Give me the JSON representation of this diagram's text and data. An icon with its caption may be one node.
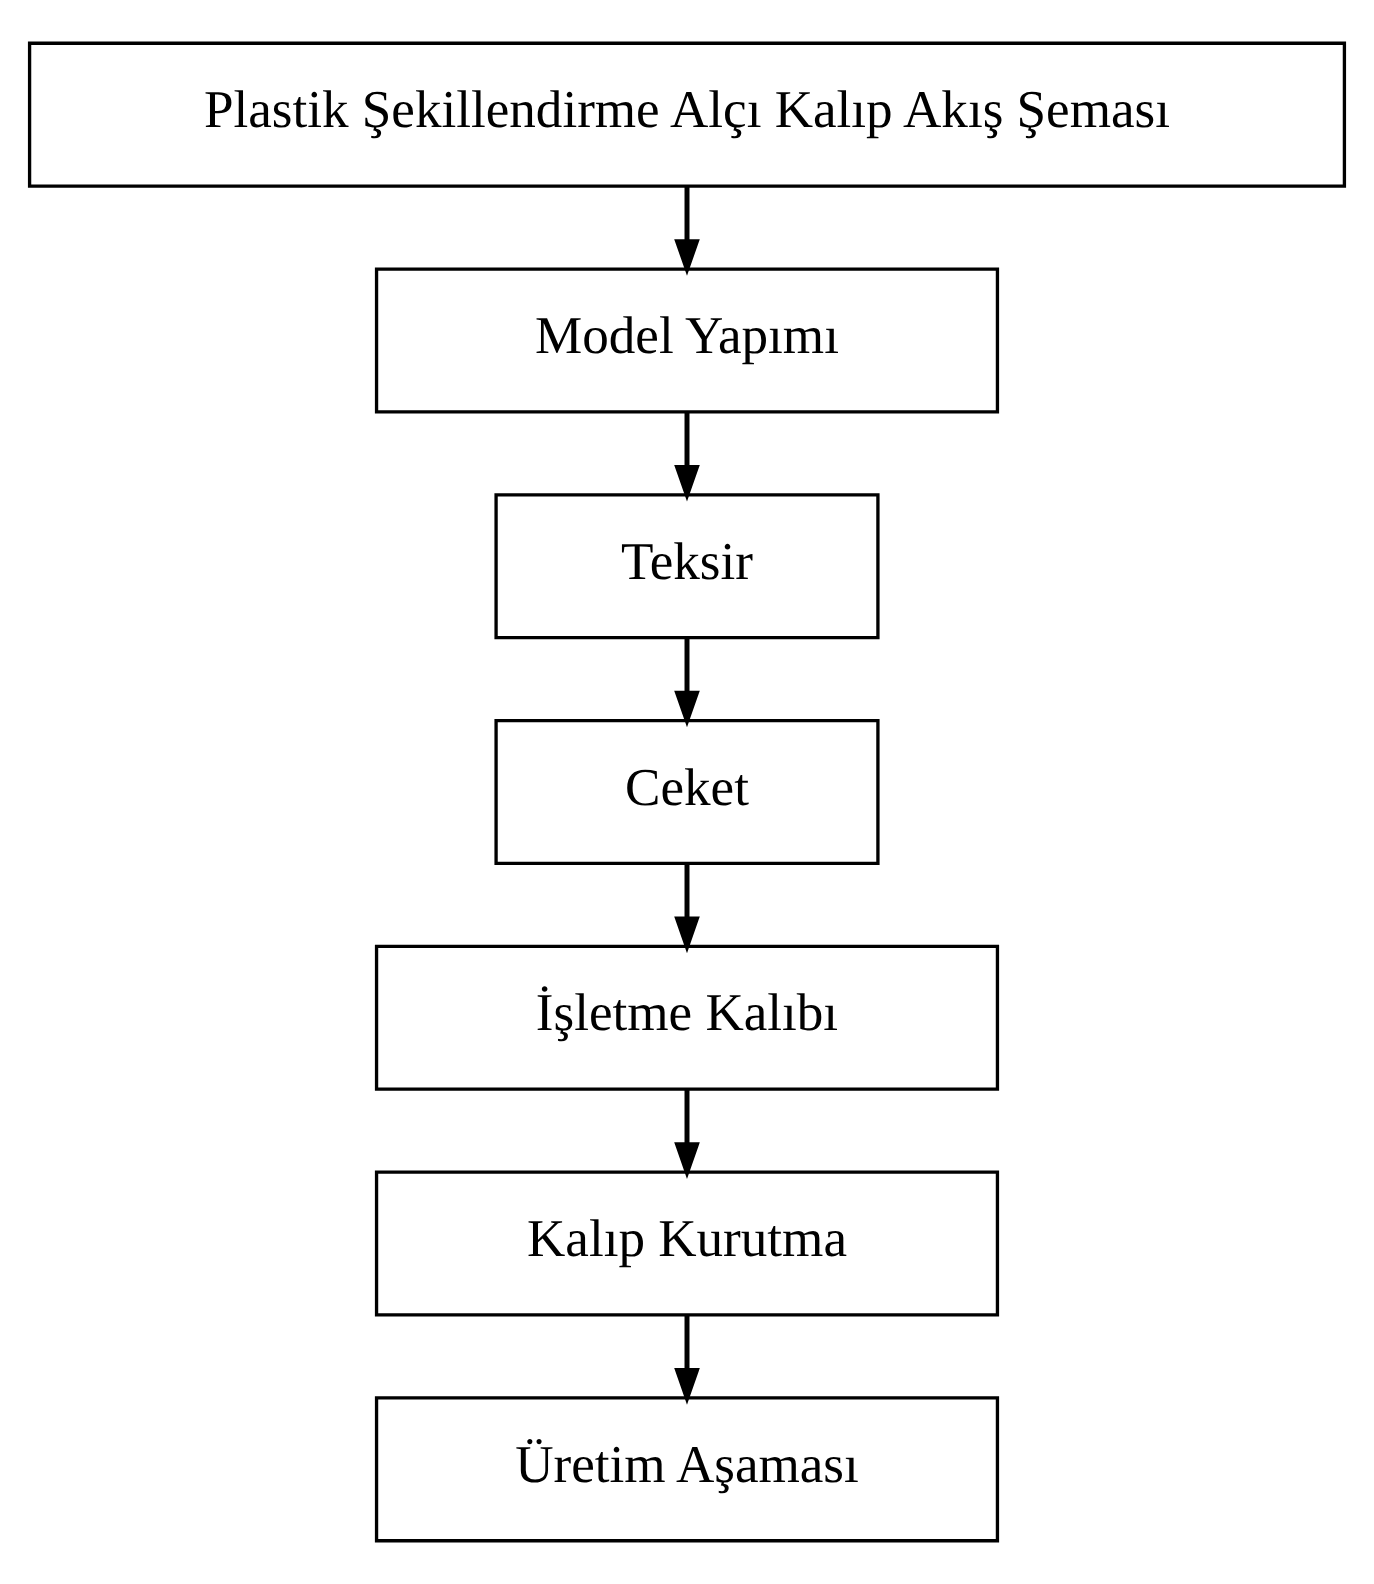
{
  "diagram": {
    "nodes": [
      {
        "text": [
          "Plastik Şekillendirme Alçı Kalıp Akış Şeması"
        ]
      },
      {
        "text": [
          "Model Yapımı"
        ]
      },
      {
        "text": [
          "Teksir"
        ]
      },
      {
        "text": [
          "Ceket"
        ]
      },
      {
        "text": [
          "İşletme Kalıbı"
        ]
      },
      {
        "text": [
          "Kalıp Kurutma"
        ]
      },
      {
        "text": [
          "Üretim Aşaması"
        ]
      }
    ],
    "edges": [
      {
        "from": 0,
        "to": 1,
        "arrow": "to"
      },
      {
        "from": 1,
        "to": 2,
        "arrow": "to"
      },
      {
        "from": 2,
        "to": 3,
        "arrow": "to"
      },
      {
        "from": 3,
        "to": 4,
        "arrow": "to"
      },
      {
        "from": 4,
        "to": 5,
        "arrow": "to"
      },
      {
        "from": 5,
        "to": 6,
        "arrow": "to"
      }
    ]
  }
}
